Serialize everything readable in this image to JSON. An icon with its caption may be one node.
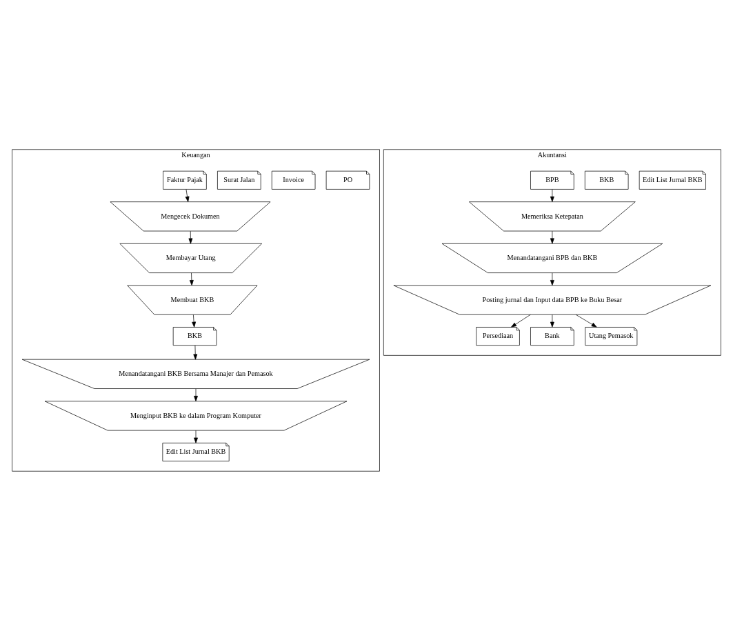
{
  "diagram": {
    "nodes": [
      {
        "text": [
          "Keuangan"
        ]
      },
      {
        "text": [
          "Akuntansi"
        ]
      },
      {
        "text": [
          "Faktur Pajak"
        ],
        "in": 0
      },
      {
        "text": [
          "Surat Jalan"
        ],
        "in": 0
      },
      {
        "text": [
          "Invoice"
        ],
        "in": 0
      },
      {
        "text": [
          "PO"
        ],
        "in": 0
      },
      {
        "text": [
          "Mengecek Dokumen"
        ],
        "in": 0
      },
      {
        "text": [
          "Membayar Utang"
        ],
        "in": 0
      },
      {
        "text": [
          "Membuat BKB"
        ],
        "in": 0
      },
      {
        "text": [
          "BKB"
        ],
        "in": 0
      },
      {
        "text": [
          "Menandatangani BKB Bersama Manajer dan Pemasok"
        ],
        "in": 0
      },
      {
        "text": [
          "Menginput BKB ke dalam Program Komputer"
        ],
        "in": 0
      },
      {
        "text": [
          "Edit List Jurnal BKB"
        ],
        "in": 0
      },
      {
        "text": [
          "BPB"
        ],
        "in": 1
      },
      {
        "text": [
          "BKB"
        ],
        "in": 1
      },
      {
        "text": [
          "Edit List Jurnal BKB"
        ],
        "in": 1
      },
      {
        "text": [
          "Memeriksa Ketepatan"
        ],
        "in": 1
      },
      {
        "text": [
          "Menandatangani BPB dan BKB"
        ],
        "in": 1
      },
      {
        "text": [
          "Posting jurnal dan Input data BPB ke Buku Besar"
        ],
        "in": 1
      },
      {
        "text": [
          "Persediaan"
        ],
        "in": 1
      },
      {
        "text": [
          "Bank"
        ],
        "in": 1
      },
      {
        "text": [
          "Utang Pemasok"
        ],
        "in": 1
      }
    ],
    "edges": [
      {
        "from": 2,
        "to": 6,
        "arrow": "to"
      },
      {
        "from": 6,
        "to": 7,
        "arrow": "to"
      },
      {
        "from": 7,
        "to": 8,
        "arrow": "to"
      },
      {
        "from": 8,
        "to": 9,
        "arrow": "to"
      },
      {
        "from": 9,
        "to": 10,
        "arrow": "to"
      },
      {
        "from": 10,
        "to": 11,
        "arrow": "to"
      },
      {
        "from": 11,
        "to": 12,
        "arrow": "to"
      },
      {
        "from": 13,
        "to": 16,
        "arrow": "to"
      },
      {
        "from": 16,
        "to": 17,
        "arrow": "to"
      },
      {
        "from": 17,
        "to": 18,
        "arrow": "to"
      },
      {
        "from": 18,
        "to": 19,
        "arrow": "to"
      },
      {
        "from": 18,
        "to": 20,
        "arrow": "to"
      },
      {
        "from": 18,
        "to": 21,
        "arrow": "to"
      }
    ]
  }
}
